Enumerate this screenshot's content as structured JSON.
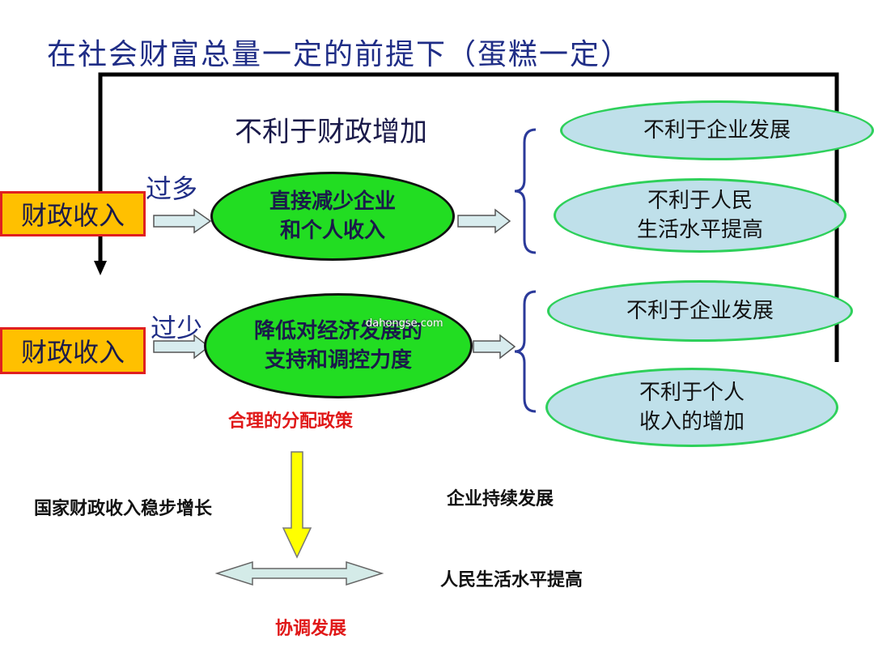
{
  "title": "在社会财富总量一定的前提下（蛋糕一定）",
  "subtitle": "不利于财政增加",
  "row1": {
    "box": "财政收入",
    "side_label": "过多",
    "middle": [
      "直接减少企业",
      "和个人收入"
    ],
    "results": [
      [
        "不利于企业发展"
      ],
      [
        "不利于人民",
        "生活水平提高"
      ]
    ]
  },
  "row2": {
    "box": "财政收入",
    "side_label": "过少",
    "middle": [
      "降低对经济发展的",
      "支持和调控力度"
    ],
    "results": [
      [
        "不利于企业发展"
      ],
      [
        "不利于个人",
        "收入的增加"
      ]
    ]
  },
  "policy_label": "合理的分配政策",
  "outcomes": {
    "left": "国家财政收入稳步增长",
    "right_top": "企业持续发展",
    "right_bottom": "人民生活水平提高",
    "bottom": "协调发展"
  },
  "watermark": "dahongse.com",
  "colors": {
    "box_fill": "#ffc000",
    "box_border": "#e02020",
    "green_fill": "#22dd22",
    "blue_fill": "#bfe0ea",
    "yellow_arrow": "#ffff00",
    "title_color": "#1f2d86"
  }
}
